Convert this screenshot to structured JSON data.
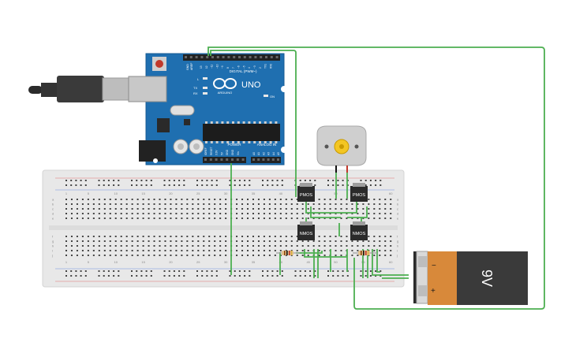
{
  "arduino": {
    "logo_text": "ARDUINO",
    "model": "UNO",
    "digital_label": "DIGITAL (PWM~)",
    "power_label": "POWER",
    "analog_label": "ANALOG IN",
    "aref_label": "AREF",
    "gnd_label": "GND",
    "tx_label": "TX",
    "rx_label": "RX",
    "l_label": "L",
    "on_label": "ON",
    "digital_pins": [
      "13",
      "12",
      "~11",
      "~10",
      "~9",
      "8",
      "7",
      "~6",
      "~5",
      "4",
      "~3",
      "2",
      "TX1",
      "RX0"
    ],
    "power_pins": [
      "IOREF",
      "RESET",
      "3.3V",
      "5V",
      "GND",
      "GND",
      "Vin"
    ],
    "analog_pins": [
      "A0",
      "A1",
      "A2",
      "A3",
      "A4",
      "A5"
    ]
  },
  "breadboard": {
    "column_labels": [
      "1",
      "5",
      "10",
      "15",
      "20",
      "25",
      "30",
      "35",
      "40",
      "45",
      "50",
      "55",
      "60"
    ],
    "row_labels_top": [
      "a",
      "b",
      "c",
      "d",
      "e"
    ],
    "row_labels_bottom": [
      "f",
      "g",
      "h",
      "i",
      "j"
    ]
  },
  "transistors": {
    "pmos_left": "PMOS",
    "pmos_right": "PMOS",
    "nmos_left": "NMOS",
    "nmos_right": "NMOS"
  },
  "battery": {
    "voltage_label": "9V",
    "minus_sign": "−",
    "plus_sign": "+",
    "colors": {
      "body": "#3a3a3a",
      "label": "#d8893a"
    }
  },
  "colors": {
    "wire": "#4caf50",
    "board": "#1f6fb0",
    "breadboard": "#e9e9e9",
    "motor": "#cfcfcf"
  }
}
